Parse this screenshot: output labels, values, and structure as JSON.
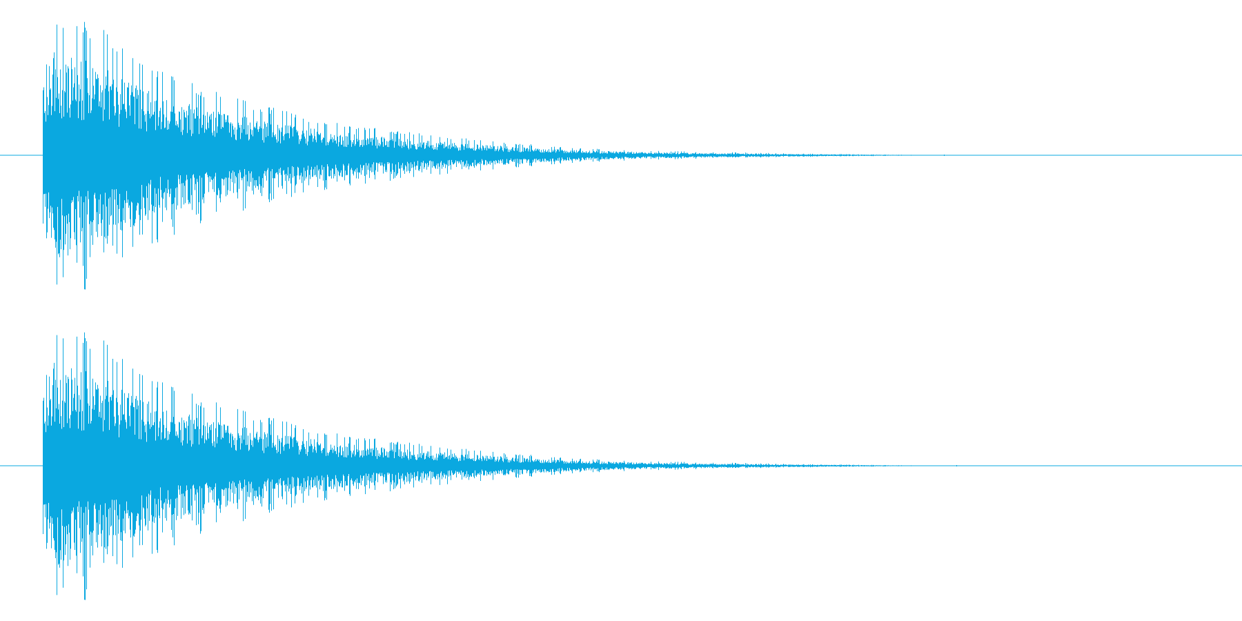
{
  "colors": {
    "background": "#ffffff",
    "waveform": "#0aa8e0",
    "centerline": "#0aa8e0"
  },
  "chart_data": {
    "type": "area",
    "title": "",
    "xlabel": "",
    "ylabel": "",
    "grid": false,
    "legend": "none",
    "duration_s": 1.0,
    "onset_s": 0.034,
    "xlim": [
      0,
      1.0
    ],
    "ylim": [
      -1.0,
      1.0
    ],
    "series": [
      {
        "channel": 1,
        "envelope_t": [
          0.034,
          0.04,
          0.05,
          0.07,
          0.08,
          0.1,
          0.13,
          0.16,
          0.2,
          0.25,
          0.3,
          0.34,
          0.4,
          0.46,
          0.52,
          0.58,
          0.64,
          0.7,
          0.76
        ],
        "envelope_peak": [
          0.7,
          1.0,
          0.95,
          0.9,
          0.85,
          0.7,
          0.55,
          0.45,
          0.35,
          0.25,
          0.18,
          0.14,
          0.09,
          0.05,
          0.03,
          0.02,
          0.012,
          0.006,
          0.0
        ]
      },
      {
        "channel": 2,
        "envelope_t": [
          0.034,
          0.04,
          0.05,
          0.07,
          0.08,
          0.1,
          0.13,
          0.16,
          0.2,
          0.25,
          0.3,
          0.34,
          0.4,
          0.46,
          0.52,
          0.58,
          0.64,
          0.7,
          0.76
        ],
        "envelope_peak": [
          0.7,
          1.0,
          0.95,
          0.9,
          0.85,
          0.7,
          0.55,
          0.45,
          0.35,
          0.25,
          0.18,
          0.14,
          0.09,
          0.05,
          0.03,
          0.02,
          0.012,
          0.006,
          0.0
        ]
      }
    ]
  }
}
